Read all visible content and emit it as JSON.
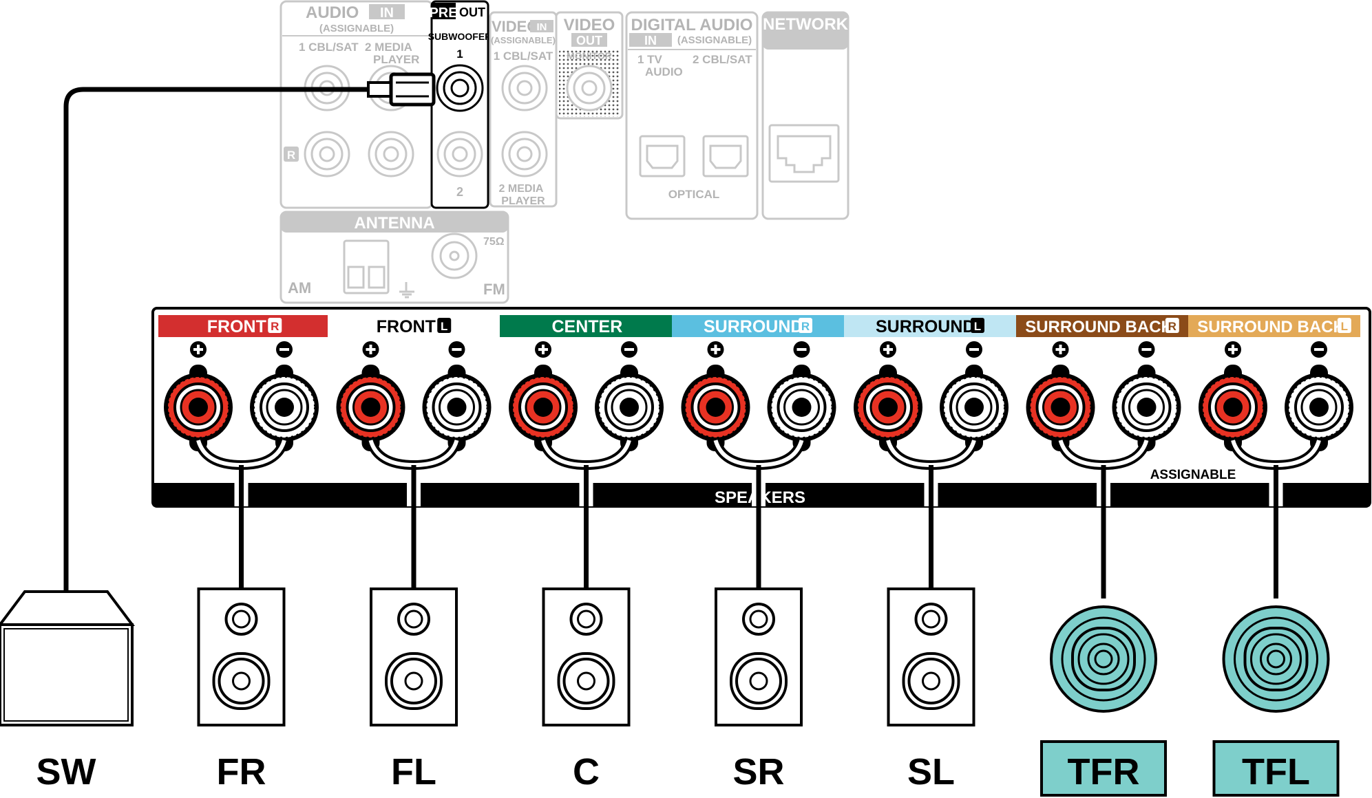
{
  "colors": {
    "front_r": "#d32f2f",
    "front_l": "#ffffff",
    "center": "#007a4c",
    "surround_r": "#5bbfe0",
    "surround_l": "#bfe6f3",
    "surround_back_r": "#8b4b19",
    "surround_back_l": "#e3a957",
    "positive_terminal": "#e83223",
    "negative_terminal": "#ffffff",
    "height_speaker": "#7ecfcb",
    "dim_panel": "#c8c8c8"
  },
  "rear_panel": {
    "audio_in": {
      "label": "AUDIO",
      "badge": "IN",
      "sub": "(ASSIGNABLE)",
      "input_1": "1 CBL/SAT",
      "input_2": "2  MEDIA",
      "input_2b": "PLAYER",
      "channel_r": "R"
    },
    "pre_out": {
      "pre": "PRE",
      "out": "OUT",
      "sub": "SUBWOOFER",
      "num_1": "1",
      "num_2": "2"
    },
    "video_in": {
      "label": "VIDEO",
      "badge": "IN",
      "sub": "(ASSIGNABLE)",
      "input_1": "1 CBL/SAT",
      "input_2": "2 MEDIA",
      "input_2b": "PLAYER"
    },
    "video_out": {
      "label": "VIDEO",
      "badge": "OUT",
      "sub": "MONITOR"
    },
    "digital_audio": {
      "label": "DIGITAL AUDIO",
      "badge": "IN",
      "sub": "(ASSIGNABLE)",
      "input_1": "1   TV",
      "input_1b": "AUDIO",
      "input_2": "2 CBL/SAT",
      "optical": "OPTICAL"
    },
    "network": {
      "label": "NETWORK"
    },
    "antenna": {
      "label": "ANTENNA",
      "am": "AM",
      "fm": "FM",
      "ohm": "75Ω"
    }
  },
  "speaker_panel": {
    "main_label": "SPEAKERS",
    "assignable_label": "ASSIGNABLE",
    "groups": [
      {
        "name": "FRONT",
        "badge": "R",
        "color_key": "front_r"
      },
      {
        "name": "FRONT",
        "badge": "L",
        "color_key": "front_l"
      },
      {
        "name": "CENTER",
        "badge": "",
        "color_key": "center"
      },
      {
        "name": "SURROUND",
        "badge": "R",
        "color_key": "surround_r"
      },
      {
        "name": "SURROUND",
        "badge": "L",
        "color_key": "surround_l"
      },
      {
        "name": "SURROUND BACK",
        "badge": "R",
        "color_key": "surround_back_r"
      },
      {
        "name": "SURROUND BACK",
        "badge": "L",
        "color_key": "surround_back_l"
      }
    ],
    "positive_symbol": "+",
    "negative_symbol": "−"
  },
  "speakers": [
    {
      "code": "SW",
      "kind": "subwoofer"
    },
    {
      "code": "FR",
      "kind": "floor"
    },
    {
      "code": "FL",
      "kind": "floor"
    },
    {
      "code": "C",
      "kind": "floor"
    },
    {
      "code": "SR",
      "kind": "floor"
    },
    {
      "code": "SL",
      "kind": "floor"
    },
    {
      "code": "TFR",
      "kind": "ceiling"
    },
    {
      "code": "TFL",
      "kind": "ceiling"
    }
  ]
}
